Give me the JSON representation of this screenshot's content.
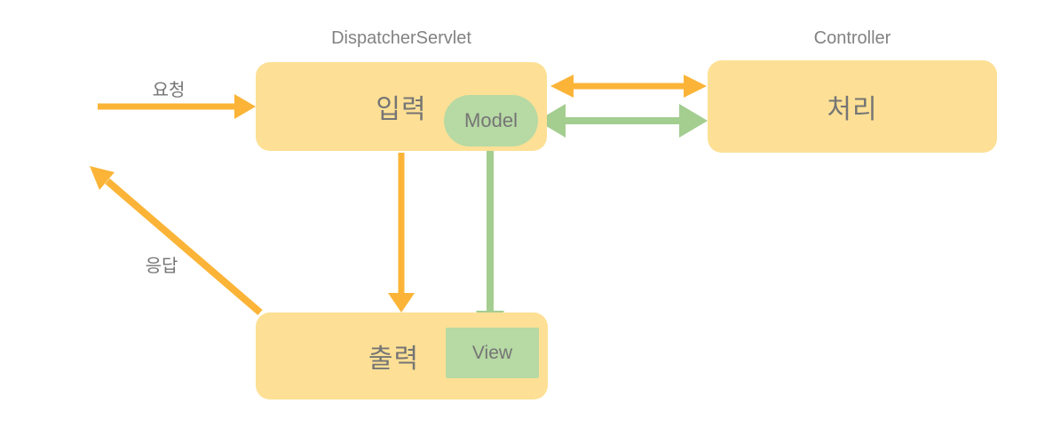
{
  "colors": {
    "bg": "#ffffff",
    "box_yellow": "#FDE095",
    "green_fill": "#B7D9A4",
    "arrow_orange": "#FBB437",
    "arrow_green": "#A4CD90",
    "text_gray": "#757575",
    "label_gray": "#828282"
  },
  "labels": {
    "dispatcher_servlet": "DispatcherServlet",
    "controller": "Controller",
    "request": "요청",
    "response": "응답"
  },
  "nodes": {
    "input": {
      "label": "입력"
    },
    "model": {
      "label": "Model"
    },
    "process": {
      "label": "처리"
    },
    "output": {
      "label": "출력"
    },
    "view": {
      "label": "View"
    }
  },
  "edges": [
    {
      "name": "request-arrow",
      "from": "client",
      "to": "input",
      "color": "orange",
      "bidirectional": false
    },
    {
      "name": "input-process-arrow",
      "from": "input",
      "to": "process",
      "color": "orange",
      "bidirectional": true
    },
    {
      "name": "model-process-arrow",
      "from": "model",
      "to": "process",
      "color": "green",
      "bidirectional": true
    },
    {
      "name": "input-output-arrow",
      "from": "input",
      "to": "output",
      "color": "orange",
      "bidirectional": false
    },
    {
      "name": "model-view-arrow",
      "from": "model",
      "to": "view",
      "color": "green",
      "bidirectional": false
    },
    {
      "name": "response-arrow",
      "from": "output",
      "to": "client",
      "color": "orange",
      "bidirectional": false
    }
  ]
}
